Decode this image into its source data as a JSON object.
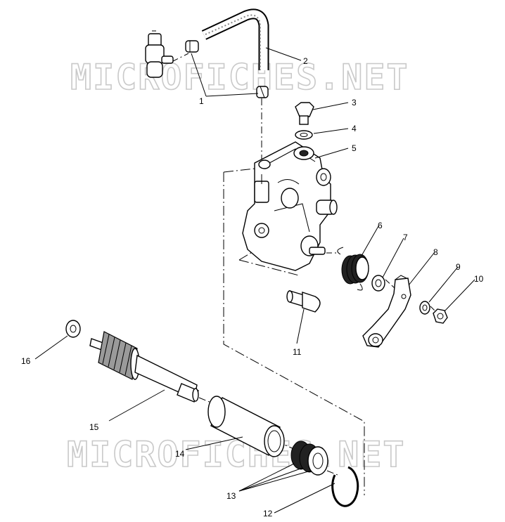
{
  "watermark": {
    "top": "MICROFICHES.NET",
    "bottom": "MICROFICHES.NET"
  },
  "callouts": [
    {
      "id": "1",
      "label": "1"
    },
    {
      "id": "2",
      "label": "2"
    },
    {
      "id": "3",
      "label": "3"
    },
    {
      "id": "4",
      "label": "4"
    },
    {
      "id": "5",
      "label": "5"
    },
    {
      "id": "6",
      "label": "6"
    },
    {
      "id": "7",
      "label": "7"
    },
    {
      "id": "8",
      "label": "8"
    },
    {
      "id": "9",
      "label": "9"
    },
    {
      "id": "10",
      "label": "10"
    },
    {
      "id": "11",
      "label": "11"
    },
    {
      "id": "12",
      "label": "12"
    },
    {
      "id": "13",
      "label": "13"
    },
    {
      "id": "14",
      "label": "14"
    },
    {
      "id": "15",
      "label": "15"
    },
    {
      "id": "16",
      "label": "16"
    }
  ]
}
